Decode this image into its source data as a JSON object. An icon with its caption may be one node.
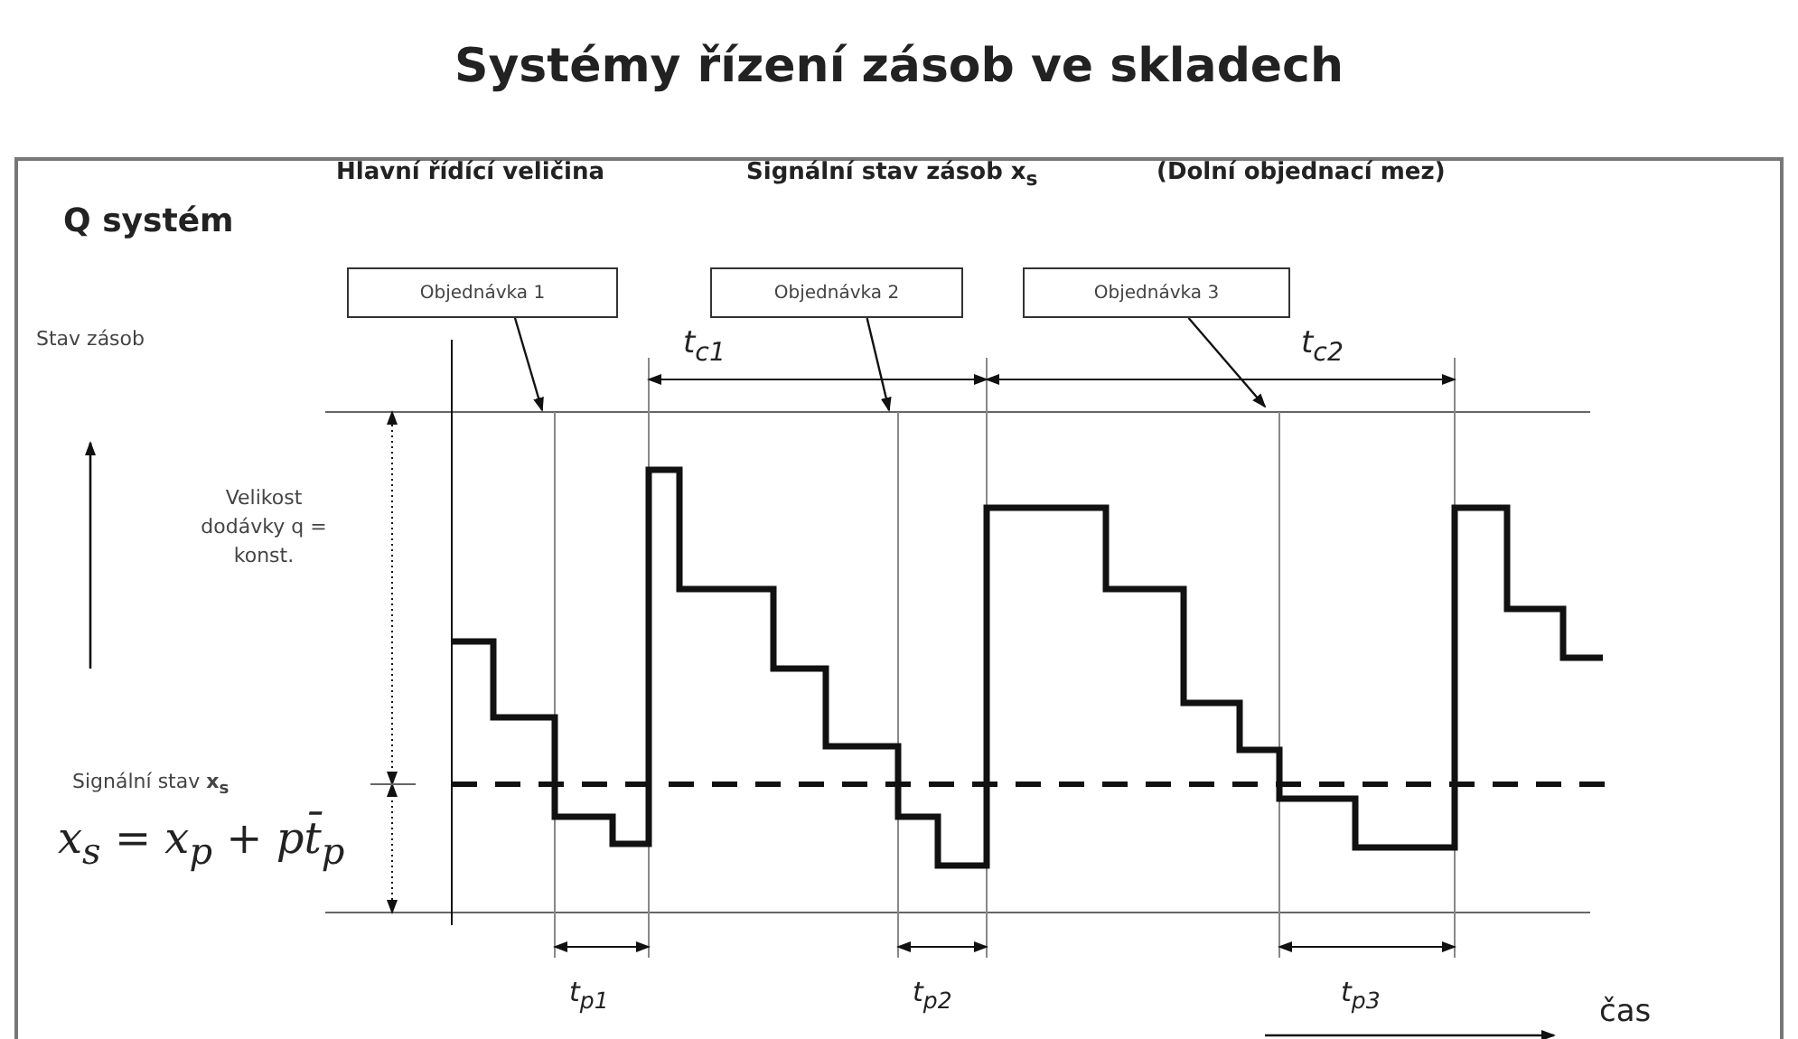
{
  "diagram": {
    "title": "Systémy řízení zásob ve skladech",
    "nodes": [
      {
        "text": [
          "Objednávka 1"
        ]
      },
      {
        "text": [
          "Objednávka 2"
        ]
      },
      {
        "text": [
          "Objednávka 3"
        ]
      }
    ],
    "edges": [
      {
        "from": 0,
        "to": null,
        "arrow": "to"
      },
      {
        "from": 1,
        "to": null,
        "arrow": "to"
      },
      {
        "from": 2,
        "to": null,
        "arrow": "to"
      }
    ],
    "labels": [
      "Q systém",
      "Hlavní řídící veličina",
      "Signální stav zásob x$_{s}$",
      "(Dolní objednací mez)",
      "Stav zásob",
      "t$_{c1}$",
      "t$_{c2}$",
      "Velikost dodávky q = konst.",
      "Signální stav **x$_{s}$**",
      "x$_{s}$ = x$_{p}$ + pt̄$_{p}$",
      "t$_{p1}$",
      "t$_{p2}$",
      "t$_{p3}$",
      "čas"
    ]
  }
}
